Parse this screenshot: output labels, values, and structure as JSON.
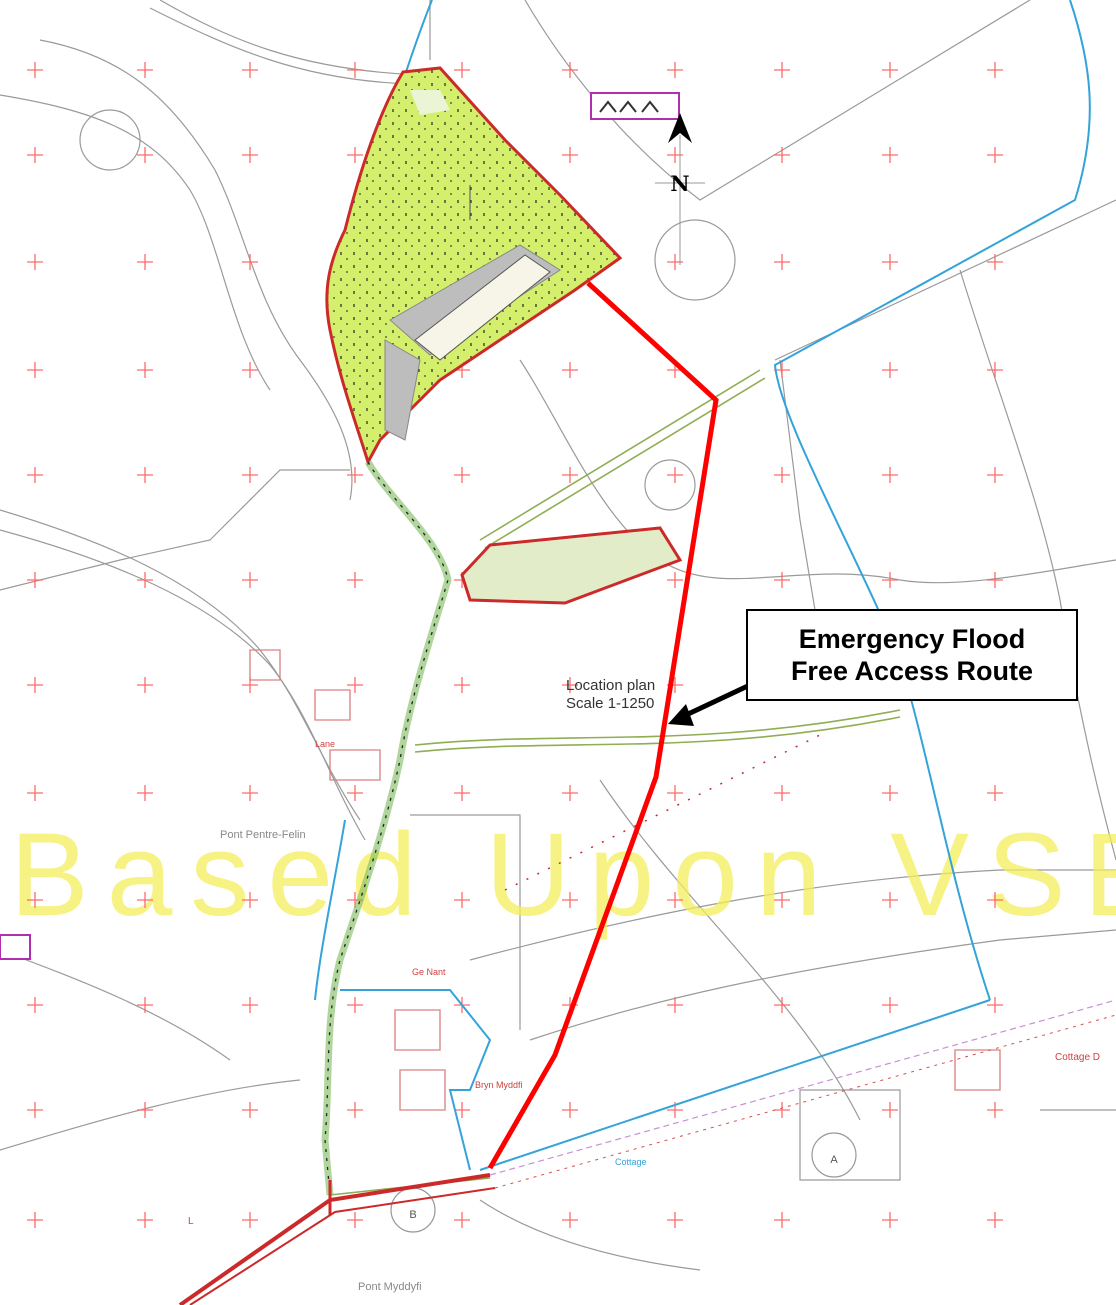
{
  "north_arrow": {
    "label": "N"
  },
  "location_plan": {
    "line1": "Location plan",
    "line2": "Scale 1-1250"
  },
  "callout": {
    "line1": "Emergency Flood",
    "line2": "Free Access Route"
  },
  "place_labels": {
    "pont_pentre": "Pont Pentre-Felin",
    "pont_mydd": "Pont Myddyfi",
    "minor_1": "Ge Nant",
    "minor_2": "Bryn Myddfi",
    "minor_3": "Cottage",
    "minor_4": "Lane",
    "marker_a": "A",
    "marker_b": "B",
    "right_label": "Cottage D",
    "left_label": "L"
  },
  "watermark": {
    "text": "Based Upon VSER IN LAND"
  },
  "colors": {
    "route": "#ff0000",
    "site_boundary": "#cc2a2a",
    "site_fill": "#ccee66",
    "stream": "#33a3d9",
    "grid_cross": "#ff5555",
    "watermark": "#f4ee5a",
    "contour": "#9a9a9a"
  }
}
